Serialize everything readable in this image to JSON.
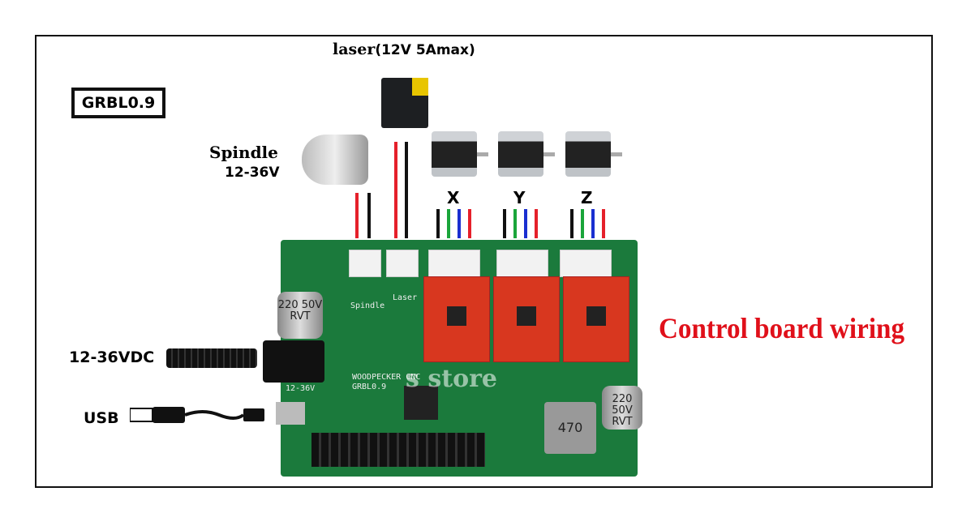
{
  "title": "Control board wiring",
  "badge": "GRBL0.9",
  "laser": {
    "name": "laser",
    "spec": "(12V 5Amax)"
  },
  "spindle": {
    "name": "Spindle",
    "voltage": "12-36V"
  },
  "axes": [
    "X",
    "Y",
    "Z"
  ],
  "power_input": "12-36VDC",
  "usb": "USB",
  "board": {
    "brand": "WOODPECKER CNC",
    "firmware": "GRBL0.9",
    "voltage": "12-36V",
    "spindle_label": "Spindle",
    "laser_label": "Laser",
    "capacitor": "220 50V RVT",
    "inductor": "470"
  },
  "watermark": "s store",
  "colors": {
    "title": "#e0101a",
    "board": "#1b7a3c",
    "driver": "#d8371f"
  }
}
